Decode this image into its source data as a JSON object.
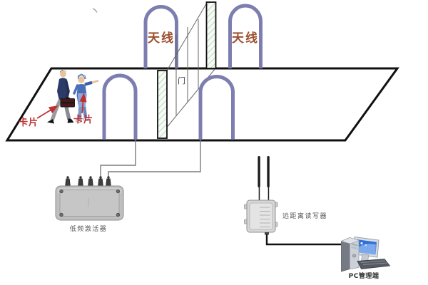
{
  "diagram": {
    "labels": {
      "antenna_left": "天线",
      "antenna_right": "天线",
      "card_left": "卡片",
      "card_right": "卡片",
      "door": "门",
      "activator": "低频激活器",
      "reader": "远距离读写器",
      "pc": "PC管理端"
    },
    "colors": {
      "antenna_loop": "#7d7db0",
      "antenna_label": "#9c4f2e",
      "card_label": "#c03030",
      "floor_outline": "#111111",
      "pillar_hatch": "#a8cfa8",
      "wire_gray": "#7a7a7a",
      "cable_black": "#111111",
      "device_body_gray": "#c2c2c2",
      "monitor_screen_blue": "#2f6fd8"
    }
  }
}
